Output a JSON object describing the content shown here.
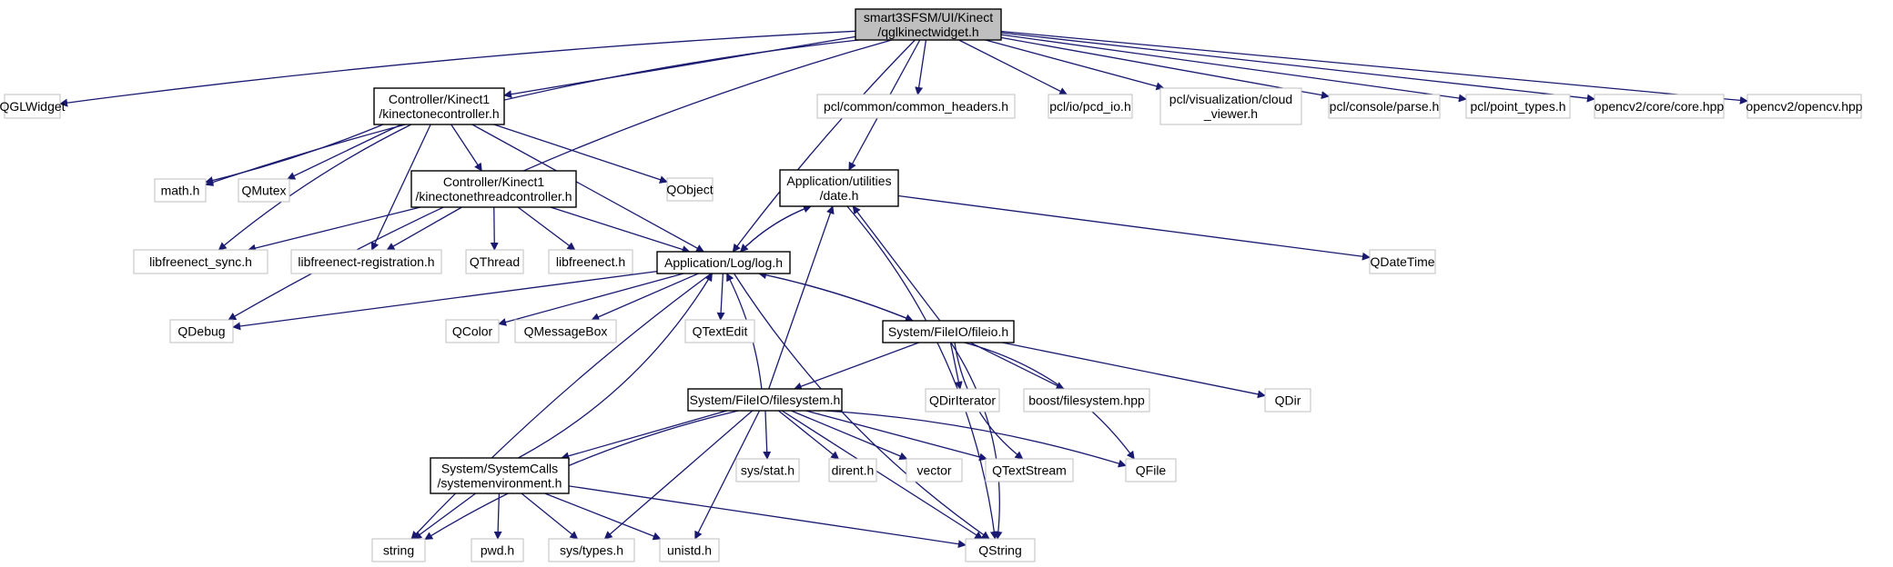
{
  "colors": {
    "edge": "#191970",
    "root_fill": "#bfbfbf",
    "node_border": "#000000",
    "system_border": "#bfbfbf",
    "background": "#ffffff"
  },
  "nodes": {
    "root": {
      "lines": [
        "smart3SFSM/UI/Kinect",
        "/qglkinectwidget.h"
      ],
      "kind": "root"
    },
    "qglwidget": {
      "lines": [
        "QGLWidget"
      ],
      "kind": "system"
    },
    "kctrl": {
      "lines": [
        "Controller/Kinect1",
        "/kinectonecontroller.h"
      ],
      "kind": "project"
    },
    "mathh": {
      "lines": [
        "math.h"
      ],
      "kind": "system"
    },
    "qmutex": {
      "lines": [
        "QMutex"
      ],
      "kind": "system"
    },
    "qdebug": {
      "lines": [
        "QDebug"
      ],
      "kind": "system"
    },
    "kthread": {
      "lines": [
        "Controller/Kinect1",
        "/kinectonethreadcontroller.h"
      ],
      "kind": "project"
    },
    "qobject": {
      "lines": [
        "QObject"
      ],
      "kind": "system"
    },
    "libsync": {
      "lines": [
        "libfreenect_sync.h"
      ],
      "kind": "system"
    },
    "libreg": {
      "lines": [
        "libfreenect-registration.h"
      ],
      "kind": "system"
    },
    "qthread": {
      "lines": [
        "QThread"
      ],
      "kind": "system"
    },
    "libfree": {
      "lines": [
        "libfreenect.h"
      ],
      "kind": "system"
    },
    "logh": {
      "lines": [
        "Application/Log/log.h"
      ],
      "kind": "project"
    },
    "dateh": {
      "lines": [
        "Application/utilities",
        "/date.h"
      ],
      "kind": "project"
    },
    "pclcommon": {
      "lines": [
        "pcl/common/common_headers.h"
      ],
      "kind": "system"
    },
    "pclio": {
      "lines": [
        "pcl/io/pcd_io.h"
      ],
      "kind": "system"
    },
    "pclvis": {
      "lines": [
        "pcl/visualization/cloud",
        "_viewer.h"
      ],
      "kind": "system"
    },
    "pclconsole": {
      "lines": [
        "pcl/console/parse.h"
      ],
      "kind": "system"
    },
    "pclpoint": {
      "lines": [
        "pcl/point_types.h"
      ],
      "kind": "system"
    },
    "cvcore": {
      "lines": [
        "opencv2/core/core.hpp"
      ],
      "kind": "system"
    },
    "cvhpp": {
      "lines": [
        "opencv2/opencv.hpp"
      ],
      "kind": "system"
    },
    "qdatetime": {
      "lines": [
        "QDateTime"
      ],
      "kind": "system"
    },
    "qcolor": {
      "lines": [
        "QColor"
      ],
      "kind": "system"
    },
    "qmsgbox": {
      "lines": [
        "QMessageBox"
      ],
      "kind": "system"
    },
    "qtextedit": {
      "lines": [
        "QTextEdit"
      ],
      "kind": "system"
    },
    "fileioh": {
      "lines": [
        "System/FileIO/fileio.h"
      ],
      "kind": "project"
    },
    "fsh": {
      "lines": [
        "System/FileIO/filesystem.h"
      ],
      "kind": "project"
    },
    "qdiriter": {
      "lines": [
        "QDirIterator"
      ],
      "kind": "system"
    },
    "boostfs": {
      "lines": [
        "boost/filesystem.hpp"
      ],
      "kind": "system"
    },
    "qdir": {
      "lines": [
        "QDir"
      ],
      "kind": "system"
    },
    "sysenv": {
      "lines": [
        "System/SystemCalls",
        "/systemenvironment.h"
      ],
      "kind": "project"
    },
    "sysstat": {
      "lines": [
        "sys/stat.h"
      ],
      "kind": "system"
    },
    "direnth": {
      "lines": [
        "dirent.h"
      ],
      "kind": "system"
    },
    "vectorh": {
      "lines": [
        "vector"
      ],
      "kind": "system"
    },
    "qtextstream": {
      "lines": [
        "QTextStream"
      ],
      "kind": "system"
    },
    "qfile": {
      "lines": [
        "QFile"
      ],
      "kind": "system"
    },
    "stringh": {
      "lines": [
        "string"
      ],
      "kind": "system"
    },
    "pwdh": {
      "lines": [
        "pwd.h"
      ],
      "kind": "system"
    },
    "systypes": {
      "lines": [
        "sys/types.h"
      ],
      "kind": "system"
    },
    "unistdh": {
      "lines": [
        "unistd.h"
      ],
      "kind": "system"
    },
    "qstring": {
      "lines": [
        "QString"
      ],
      "kind": "system"
    }
  },
  "edges": [
    [
      "root",
      "qglwidget"
    ],
    [
      "root",
      "kctrl"
    ],
    [
      "root",
      "mathh"
    ],
    [
      "root",
      "qdebug"
    ],
    [
      "root",
      "logh"
    ],
    [
      "root",
      "dateh"
    ],
    [
      "root",
      "pclcommon"
    ],
    [
      "root",
      "pclio"
    ],
    [
      "root",
      "pclvis"
    ],
    [
      "root",
      "pclconsole"
    ],
    [
      "root",
      "pclpoint"
    ],
    [
      "root",
      "cvcore"
    ],
    [
      "root",
      "cvhpp"
    ],
    [
      "kctrl",
      "mathh"
    ],
    [
      "kctrl",
      "qmutex"
    ],
    [
      "kctrl",
      "libsync"
    ],
    [
      "kctrl",
      "libreg"
    ],
    [
      "kctrl",
      "kthread"
    ],
    [
      "kctrl",
      "logh"
    ],
    [
      "kctrl",
      "qobject"
    ],
    [
      "kthread",
      "libsync"
    ],
    [
      "kthread",
      "libreg"
    ],
    [
      "kthread",
      "qthread"
    ],
    [
      "kthread",
      "libfree"
    ],
    [
      "kthread",
      "logh"
    ],
    [
      "logh",
      "dateh"
    ],
    [
      "dateh",
      "logh"
    ],
    [
      "logh",
      "qdebug"
    ],
    [
      "logh",
      "qcolor"
    ],
    [
      "logh",
      "qmsgbox"
    ],
    [
      "logh",
      "qtextedit"
    ],
    [
      "logh",
      "fileioh"
    ],
    [
      "fileioh",
      "logh"
    ],
    [
      "logh",
      "stringh"
    ],
    [
      "logh",
      "qstring"
    ],
    [
      "dateh",
      "qdatetime"
    ],
    [
      "dateh",
      "qstring"
    ],
    [
      "fileioh",
      "dateh"
    ],
    [
      "fileioh",
      "fsh"
    ],
    [
      "fileioh",
      "qdiriter"
    ],
    [
      "fileioh",
      "boostfs"
    ],
    [
      "fileioh",
      "qdir"
    ],
    [
      "fileioh",
      "qtextstream"
    ],
    [
      "fileioh",
      "qfile"
    ],
    [
      "fileioh",
      "qstring"
    ],
    [
      "fsh",
      "logh"
    ],
    [
      "fsh",
      "dateh"
    ],
    [
      "fsh",
      "sysenv"
    ],
    [
      "fsh",
      "sysstat"
    ],
    [
      "fsh",
      "direnth"
    ],
    [
      "fsh",
      "vectorh"
    ],
    [
      "fsh",
      "qtextstream"
    ],
    [
      "fsh",
      "qfile"
    ],
    [
      "fsh",
      "stringh"
    ],
    [
      "fsh",
      "systypes"
    ],
    [
      "fsh",
      "unistdh"
    ],
    [
      "fsh",
      "qstring"
    ],
    [
      "sysenv",
      "logh"
    ],
    [
      "sysenv",
      "stringh"
    ],
    [
      "sysenv",
      "pwdh"
    ],
    [
      "sysenv",
      "systypes"
    ],
    [
      "sysenv",
      "unistdh"
    ],
    [
      "sysenv",
      "qstring"
    ]
  ]
}
